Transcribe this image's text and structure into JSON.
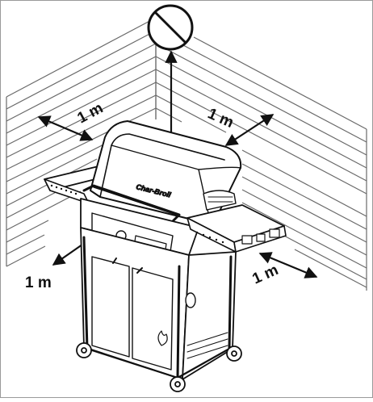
{
  "diagram": {
    "clearance_labels": {
      "left_wall": "1 m",
      "back_wall": "1 m",
      "front_left": "1 m",
      "front_right": "1 m"
    },
    "overhead_symbol": "prohibition-icon",
    "grill_logo": "Char-Broil",
    "colors": {
      "line": "#111111",
      "wall_stripe": "#6a6a6a",
      "background": "#ffffff"
    }
  }
}
